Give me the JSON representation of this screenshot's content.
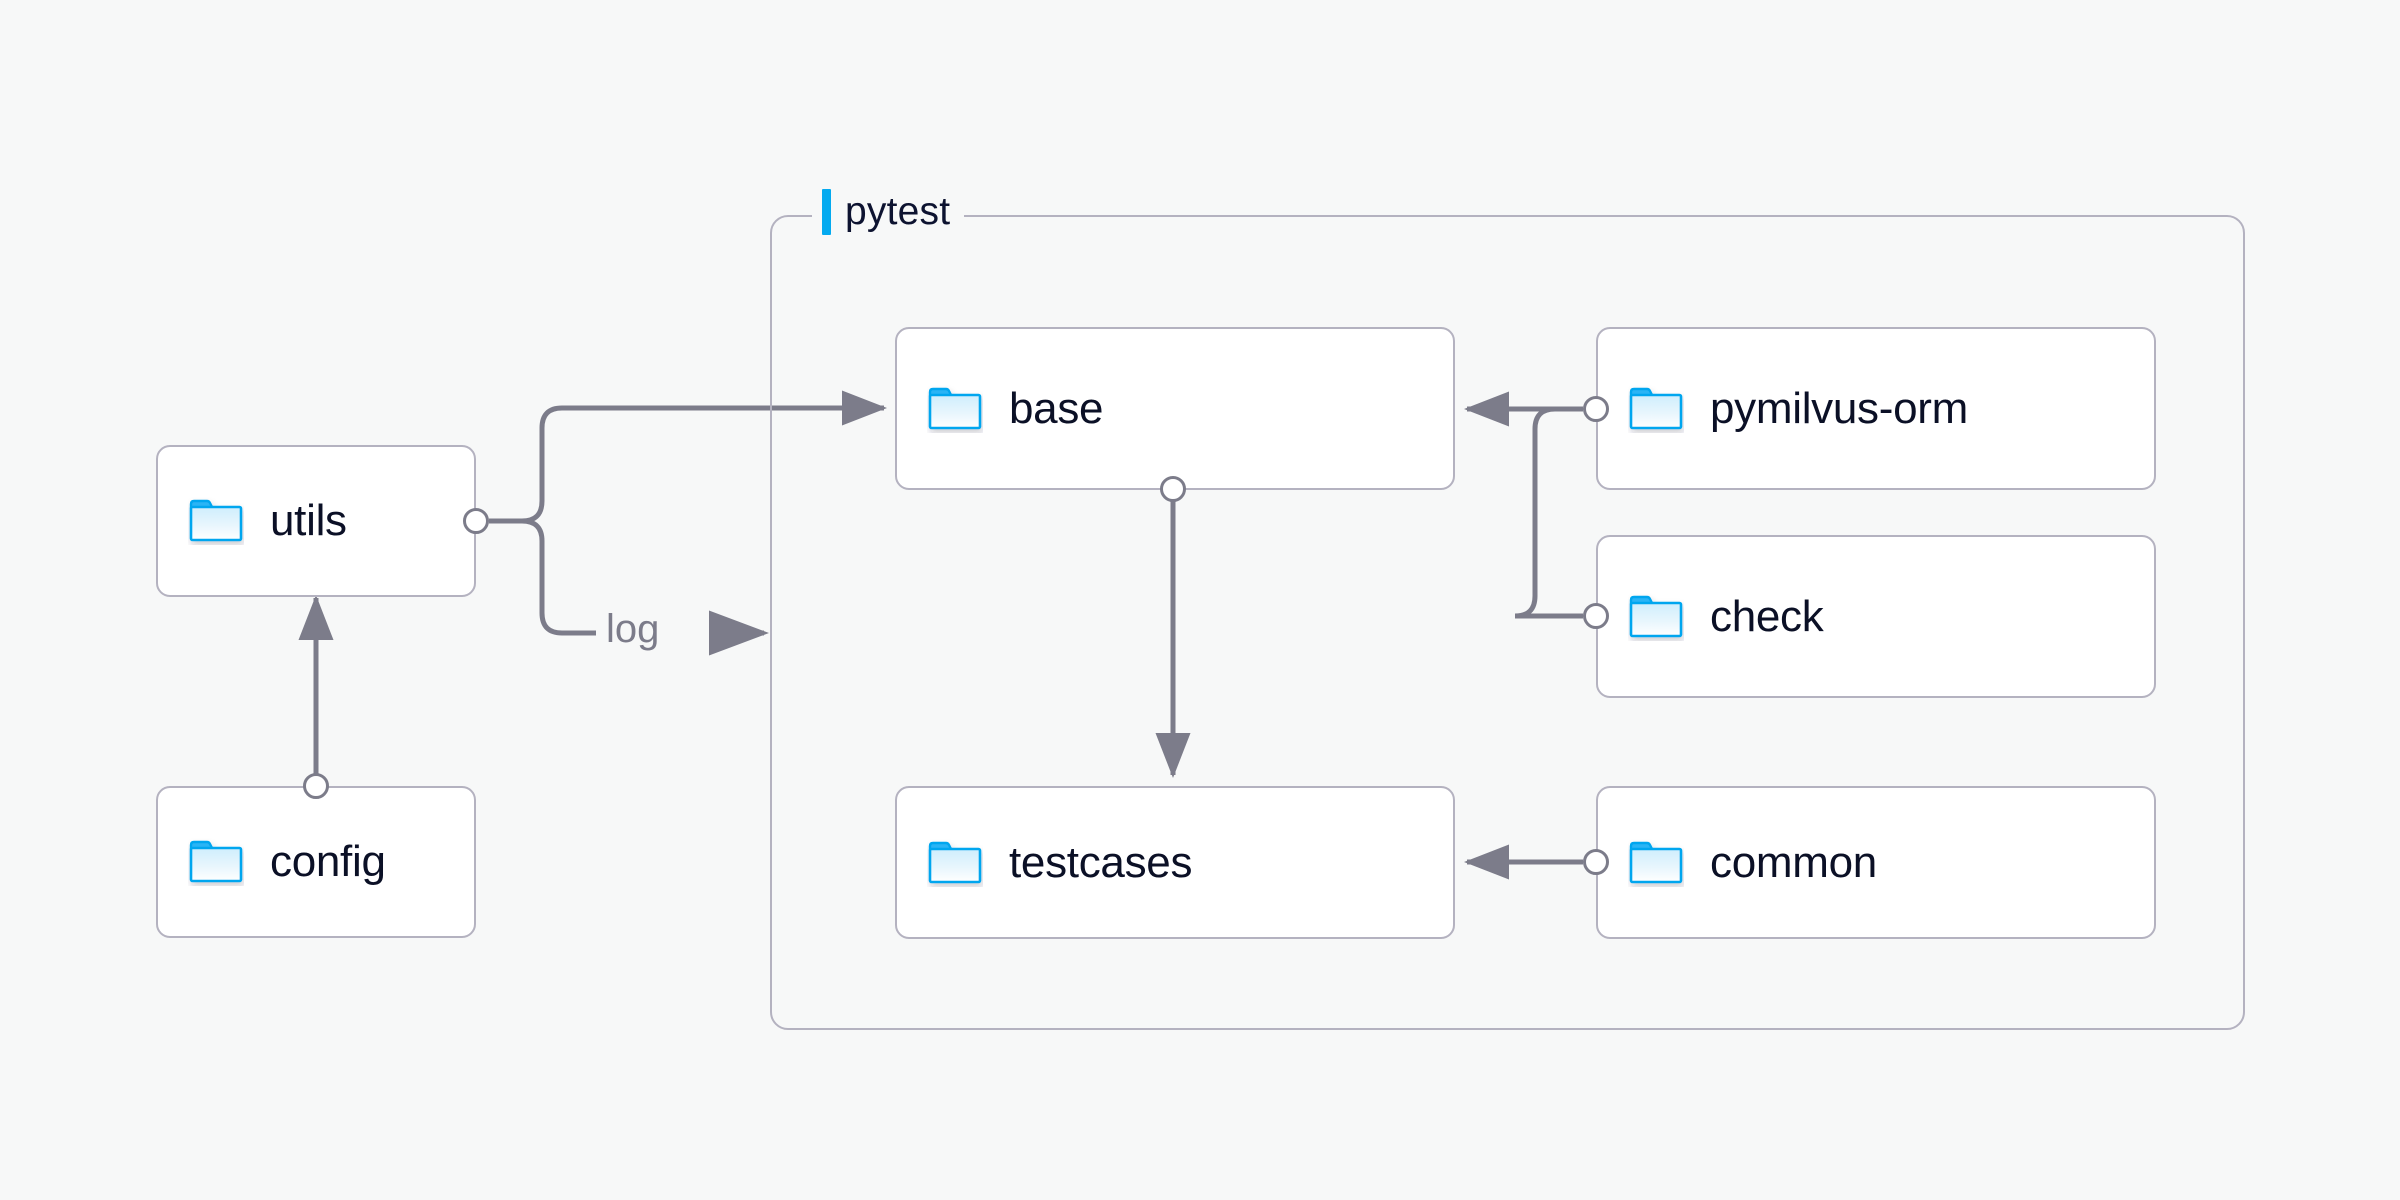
{
  "background_color": "#f7f8f8",
  "accent_color": "#04aaf0",
  "edge_color": "#7c7c8a",
  "node_border_color": "#b4b2c0",
  "node_fill_color": "#ffffff",
  "label_color": "#0b1026",
  "group": {
    "title": "pytest",
    "accent_icon": "vertical-bar-accent"
  },
  "nodes": [
    {
      "id": "utils",
      "label": "utils",
      "icon": "folder-icon"
    },
    {
      "id": "config",
      "label": "config",
      "icon": "folder-icon"
    },
    {
      "id": "base",
      "label": "base",
      "icon": "folder-icon"
    },
    {
      "id": "testcases",
      "label": "testcases",
      "icon": "folder-icon"
    },
    {
      "id": "pymilvus-orm",
      "label": "pymilvus-orm",
      "icon": "folder-icon"
    },
    {
      "id": "check",
      "label": "check",
      "icon": "folder-icon"
    },
    {
      "id": "common",
      "label": "common",
      "icon": "folder-icon"
    }
  ],
  "edges": [
    {
      "from": "config",
      "to": "utils",
      "label": ""
    },
    {
      "from": "utils",
      "to": "base",
      "label": ""
    },
    {
      "from": "utils",
      "to": "pytest",
      "label": "log"
    },
    {
      "from": "base",
      "to": "testcases",
      "label": ""
    },
    {
      "from": "pymilvus-orm",
      "to": "base",
      "label": ""
    },
    {
      "from": "check",
      "to": "base",
      "label": ""
    },
    {
      "from": "common",
      "to": "testcases",
      "label": ""
    }
  ],
  "edge_labels": {
    "log": "log"
  }
}
